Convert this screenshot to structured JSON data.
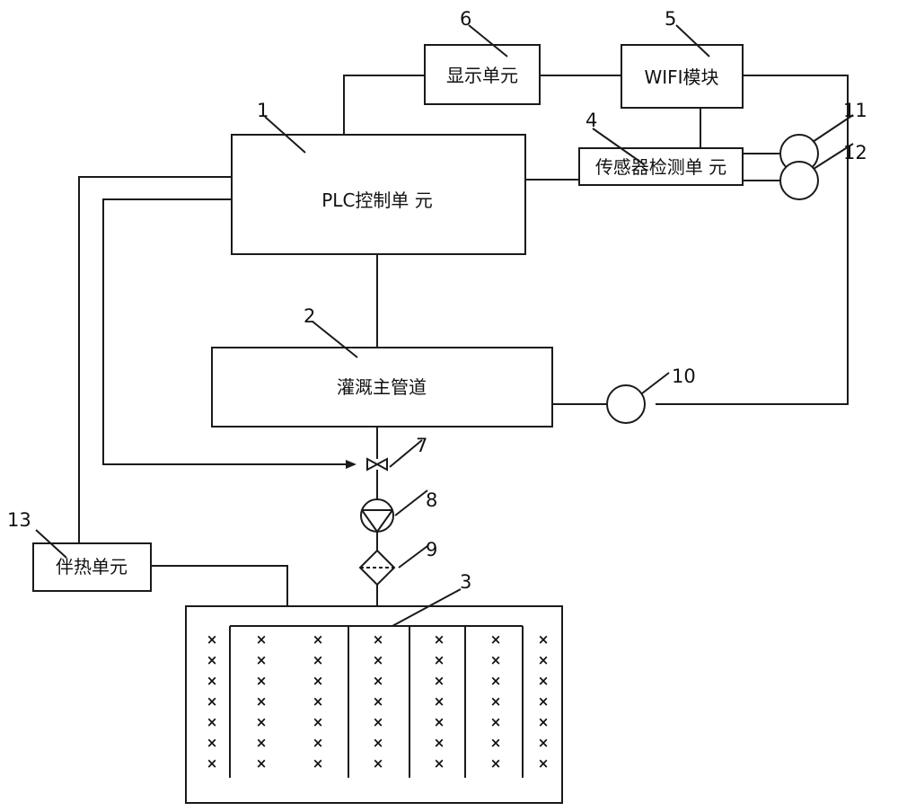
{
  "labels": {
    "plc": "PLC控制单 元",
    "display": "显示单元",
    "wifi": "WIFI模块",
    "sensor": "传感器检测单 元",
    "main_pipe": "灌溉主管道",
    "heat": "伴热单元"
  },
  "numbers": {
    "n1": "1",
    "n2": "2",
    "n3": "3",
    "n4": "4",
    "n5": "5",
    "n6": "6",
    "n7": "7",
    "n8": "8",
    "n9": "9",
    "n10": "10",
    "n11": "11",
    "n12": "12",
    "n13": "13"
  },
  "field": {
    "marker": "×",
    "columns": [
      7,
      7,
      7,
      7,
      7,
      7,
      7
    ]
  }
}
